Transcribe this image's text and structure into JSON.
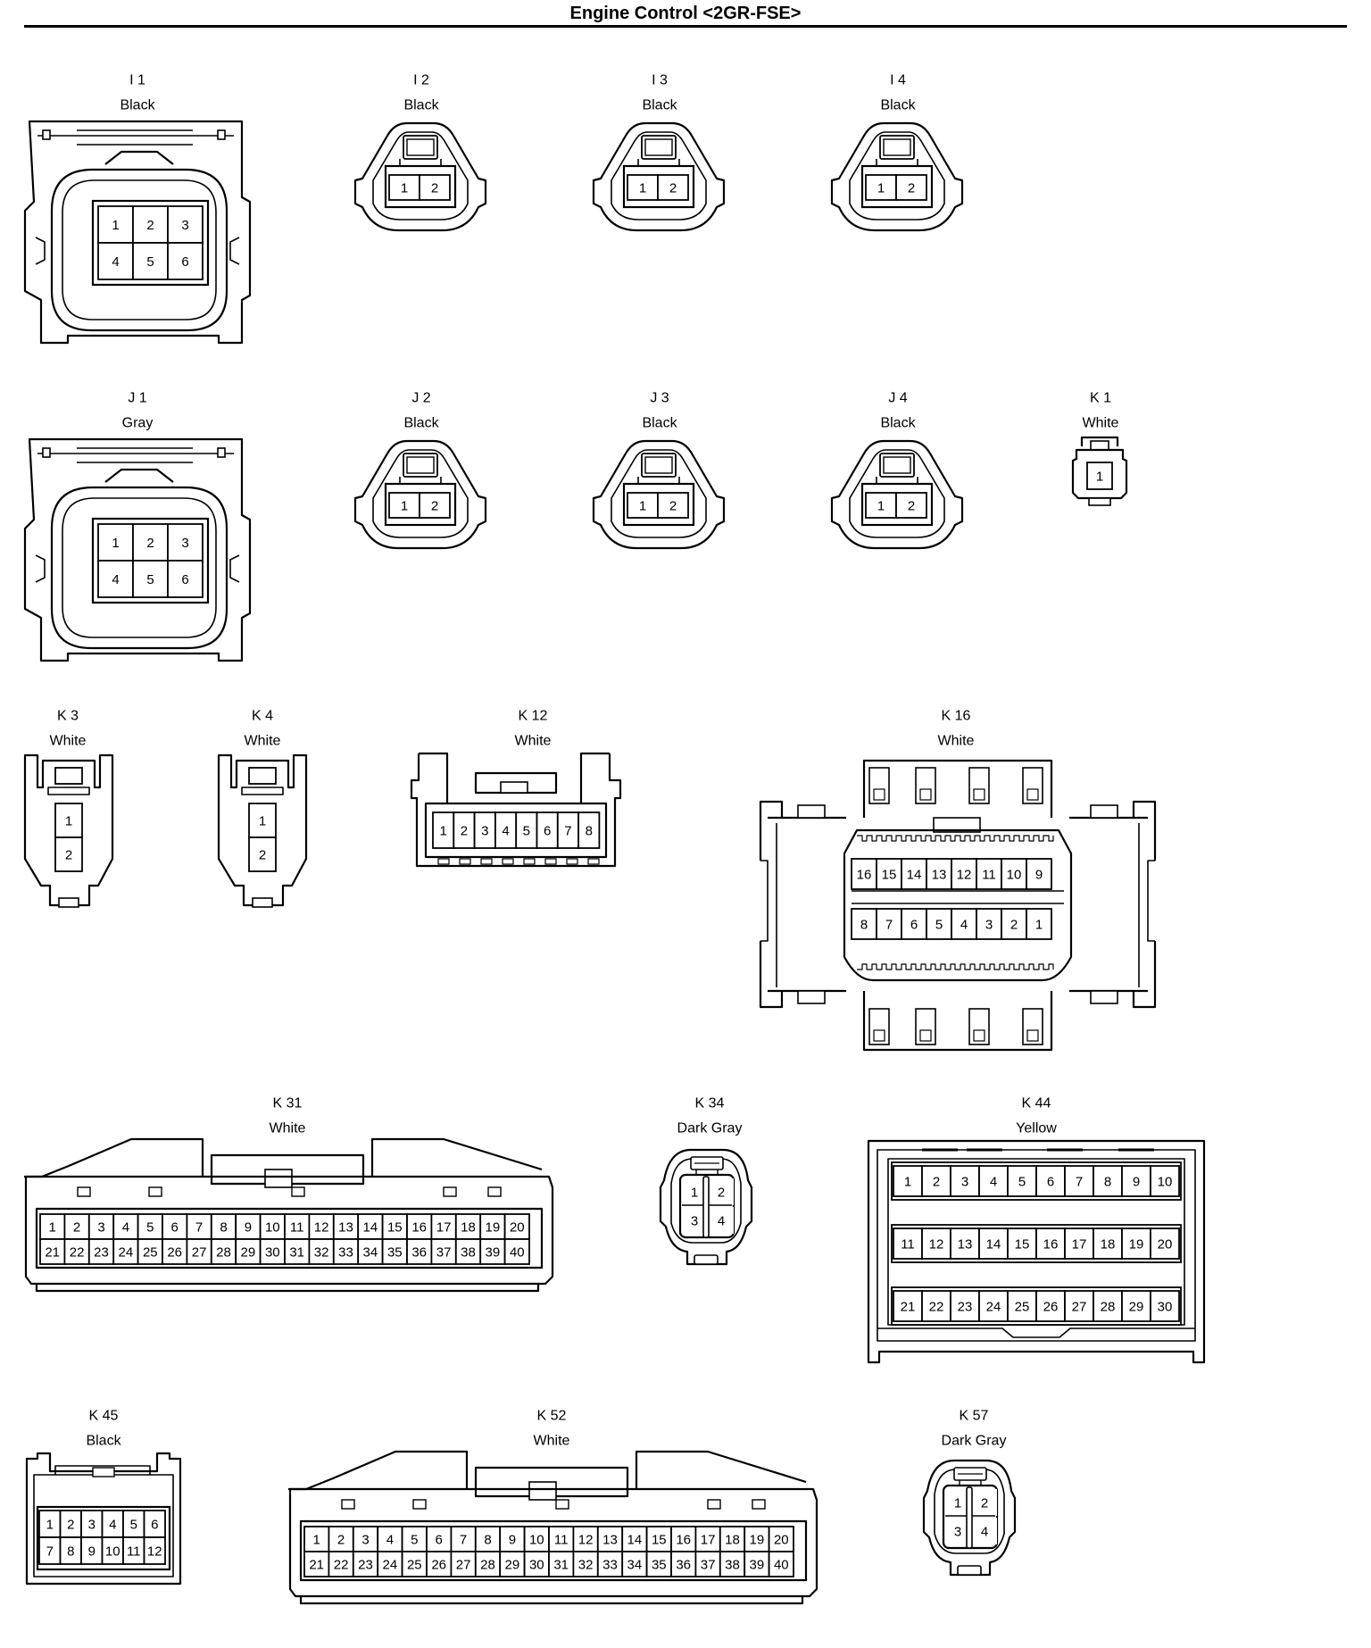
{
  "title": "Engine Control <2GR-FSE>",
  "connectors": [
    {
      "id": "I 1",
      "color": "Black",
      "type": "big6",
      "pins": [
        "1",
        "2",
        "3",
        "4",
        "5",
        "6"
      ]
    },
    {
      "id": "I 2",
      "color": "Black",
      "type": "tri2",
      "pins": [
        "1",
        "2"
      ]
    },
    {
      "id": "I 3",
      "color": "Black",
      "type": "tri2",
      "pins": [
        "1",
        "2"
      ]
    },
    {
      "id": "I 4",
      "color": "Black",
      "type": "tri2",
      "pins": [
        "1",
        "2"
      ]
    },
    {
      "id": "J 1",
      "color": "Gray",
      "type": "big6",
      "pins": [
        "1",
        "2",
        "3",
        "4",
        "5",
        "6"
      ]
    },
    {
      "id": "J 2",
      "color": "Black",
      "type": "tri2",
      "pins": [
        "1",
        "2"
      ]
    },
    {
      "id": "J 3",
      "color": "Black",
      "type": "tri2",
      "pins": [
        "1",
        "2"
      ]
    },
    {
      "id": "J 4",
      "color": "Black",
      "type": "tri2",
      "pins": [
        "1",
        "2"
      ]
    },
    {
      "id": "K 1",
      "color": "White",
      "type": "single",
      "pins": [
        "1"
      ]
    },
    {
      "id": "K 3",
      "color": "White",
      "type": "vert2",
      "pins": [
        "1",
        "2"
      ]
    },
    {
      "id": "K 4",
      "color": "White",
      "type": "vert2",
      "pins": [
        "1",
        "2"
      ]
    },
    {
      "id": "K 12",
      "color": "White",
      "type": "row8",
      "pins": [
        "1",
        "2",
        "3",
        "4",
        "5",
        "6",
        "7",
        "8"
      ]
    },
    {
      "id": "K 16",
      "color": "White",
      "type": "k16",
      "pins": [
        "16",
        "15",
        "14",
        "13",
        "12",
        "11",
        "10",
        "9",
        "8",
        "7",
        "6",
        "5",
        "4",
        "3",
        "2",
        "1"
      ]
    },
    {
      "id": "K 31",
      "color": "White",
      "type": "wide40",
      "pins": [
        "1",
        "2",
        "3",
        "4",
        "5",
        "6",
        "7",
        "8",
        "9",
        "10",
        "11",
        "12",
        "13",
        "14",
        "15",
        "16",
        "17",
        "18",
        "19",
        "20",
        "21",
        "22",
        "23",
        "24",
        "25",
        "26",
        "27",
        "28",
        "29",
        "30",
        "31",
        "32",
        "33",
        "34",
        "35",
        "36",
        "37",
        "38",
        "39",
        "40"
      ]
    },
    {
      "id": "K 34",
      "color": "Dark Gray",
      "type": "round4",
      "pins": [
        "1",
        "2",
        "3",
        "4"
      ]
    },
    {
      "id": "K 44",
      "color": "Yellow",
      "type": "box30",
      "pins": [
        "1",
        "2",
        "3",
        "4",
        "5",
        "6",
        "7",
        "8",
        "9",
        "10",
        "11",
        "12",
        "13",
        "14",
        "15",
        "16",
        "17",
        "18",
        "19",
        "20",
        "21",
        "22",
        "23",
        "24",
        "25",
        "26",
        "27",
        "28",
        "29",
        "30"
      ]
    },
    {
      "id": "K 45",
      "color": "Black",
      "type": "box12",
      "pins": [
        "1",
        "2",
        "3",
        "4",
        "5",
        "6",
        "7",
        "8",
        "9",
        "10",
        "11",
        "12"
      ]
    },
    {
      "id": "K 52",
      "color": "White",
      "type": "wide40",
      "pins": [
        "1",
        "2",
        "3",
        "4",
        "5",
        "6",
        "7",
        "8",
        "9",
        "10",
        "11",
        "12",
        "13",
        "14",
        "15",
        "16",
        "17",
        "18",
        "19",
        "20",
        "21",
        "22",
        "23",
        "24",
        "25",
        "26",
        "27",
        "28",
        "29",
        "30",
        "31",
        "32",
        "33",
        "34",
        "35",
        "36",
        "37",
        "38",
        "39",
        "40"
      ]
    },
    {
      "id": "K 57",
      "color": "Dark Gray",
      "type": "round4",
      "pins": [
        "1",
        "2",
        "3",
        "4"
      ]
    }
  ]
}
